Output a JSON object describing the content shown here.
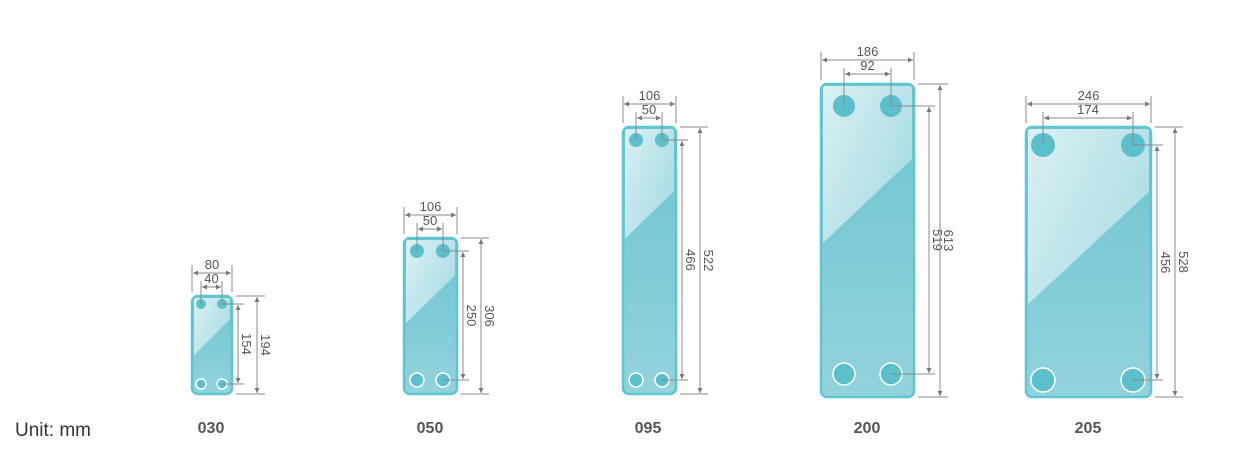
{
  "unit_label": "Unit: mm",
  "colors": {
    "plate_edge": "#5cc6d2",
    "plate_fill": "#7fcbd6",
    "port": "#5bbfcc",
    "dim_line": "#888888"
  },
  "plates": [
    {
      "model": "030",
      "width": "80",
      "port_spacing": "40",
      "port_height": "154",
      "height": "194"
    },
    {
      "model": "050",
      "width": "106",
      "port_spacing": "50",
      "port_height": "250",
      "height": "306"
    },
    {
      "model": "095",
      "width": "106",
      "port_spacing": "50",
      "port_height": "466",
      "height": "522"
    },
    {
      "model": "200",
      "width": "186",
      "port_spacing": "92",
      "port_height": "519",
      "height": "613"
    },
    {
      "model": "205",
      "width": "246",
      "port_spacing": "174",
      "port_height": "456",
      "height": "528"
    }
  ]
}
